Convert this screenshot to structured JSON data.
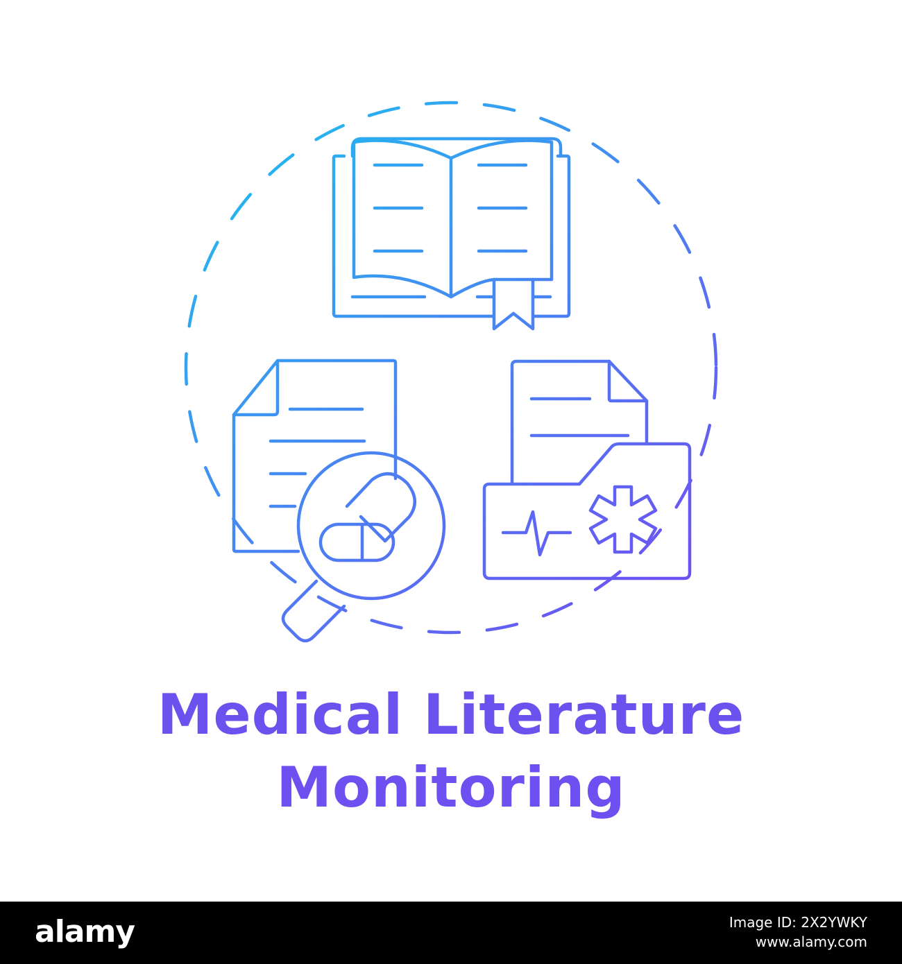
{
  "title": {
    "line1": "Medical Literature",
    "line2": "Monitoring"
  },
  "icons": [
    "dashed-circle-icon",
    "open-book-icon",
    "document-magnifier-pills-icon",
    "medical-folder-document-icon"
  ],
  "colors": {
    "gradient_top": "#1cc2f0",
    "gradient_bottom": "#7448f3",
    "text": "#6a55ee",
    "footer_bg": "#000000",
    "footer_text": "#ffffff"
  },
  "footer": {
    "brand": "alamy",
    "image_id_label": "Image ID: 2X2YWKY",
    "site": "www.alamy.com"
  }
}
